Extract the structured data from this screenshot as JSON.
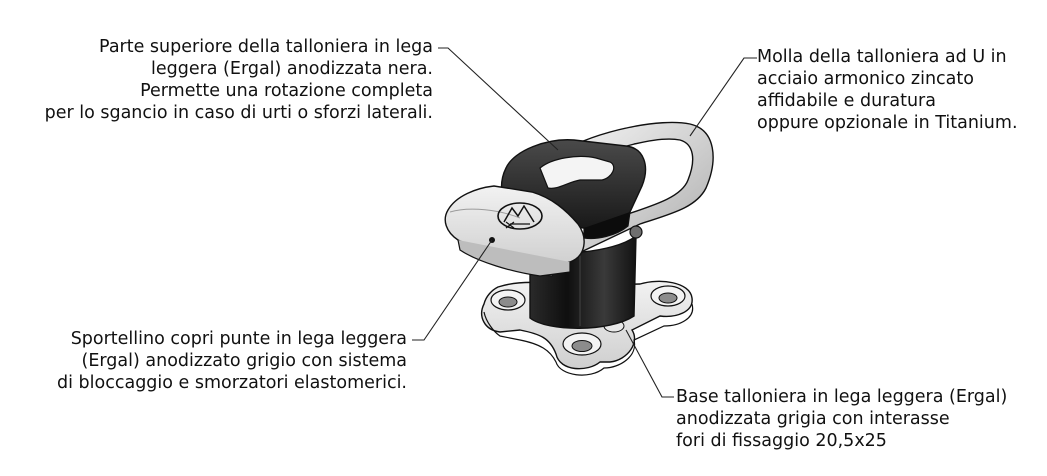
{
  "callouts": {
    "top_left": {
      "lines": [
        "Parte superiore della talloniera in lega",
        "leggera (Ergal) anodizzata nera.",
        "Permette una rotazione completa",
        "per lo sgancio in caso di urti o sforzi laterali."
      ]
    },
    "top_right": {
      "lines": [
        "Molla della talloniera ad U in",
        "acciaio armonico zincato",
        "affidabile e duratura",
        "oppure opzionale in Titanium."
      ]
    },
    "bottom_left": {
      "lines": [
        "Sportellino copri punte in lega leggera",
        "(Ergal) anodizzato grigio con sistema",
        "di bloccaggio e smorzatori elastomerici."
      ]
    },
    "bottom_right": {
      "lines": [
        "Base talloniera in lega leggera (Ergal)",
        "anodizzata grigia con interasse",
        "fori di fissaggio 20,5x25"
      ]
    }
  },
  "colors": {
    "black_part": "#1b1b1b",
    "grey_part": "#e6e6e6",
    "outline": "#111111",
    "leader": "#222222"
  },
  "icons": {
    "logo": "mountain-logo-icon"
  }
}
